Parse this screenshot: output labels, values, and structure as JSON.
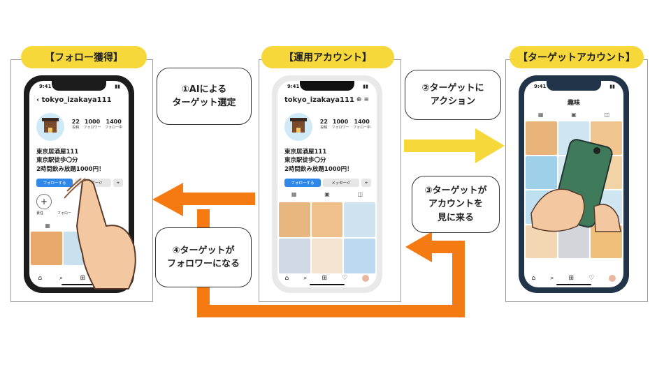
{
  "labels": {
    "left": "【フォロー獲得】",
    "center": "【運用アカウント】",
    "right": "【ターゲットアカウント】"
  },
  "callouts": {
    "step1": "①AIによる\nターゲット選定",
    "step2": "②ターゲットに\nアクション",
    "step3": "③ターゲットが\nアカウントを\n見に来る",
    "step4": "④ターゲットが\nフォロワーになる"
  },
  "colors": {
    "yellow": "#f6d83a",
    "orange": "#f57a12",
    "blue": "#2f87e8"
  },
  "phone_left": {
    "time": "9:41",
    "account": "tokyo_izakaya111",
    "back_icon": "chevron-left-icon",
    "stats": [
      {
        "value": "22",
        "label": "投稿"
      },
      {
        "value": "1000",
        "label": "フォロワー"
      },
      {
        "value": "1400",
        "label": "フォロー中"
      }
    ],
    "bio": [
      "東京居酒屋111",
      "東京駅徒歩〇分",
      "2時間飲み放題1000円！"
    ],
    "follow": "フォローする",
    "message": "メッセージ",
    "highlight_1": "責任",
    "highlight_2": "フォロー"
  },
  "phone_center": {
    "time": "9:41",
    "account": "tokyo_izakaya111",
    "stats": [
      {
        "value": "22",
        "label": "投稿"
      },
      {
        "value": "1000",
        "label": "フォロワー"
      },
      {
        "value": "1400",
        "label": "フォロー中"
      }
    ],
    "bio": [
      "東京居酒屋111",
      "東京駅徒歩〇分",
      "2時間飲み放題1000円！"
    ],
    "follow": "フォローする",
    "message": "メッセージ"
  },
  "phone_right": {
    "time": "9:41",
    "title": "趣味"
  }
}
